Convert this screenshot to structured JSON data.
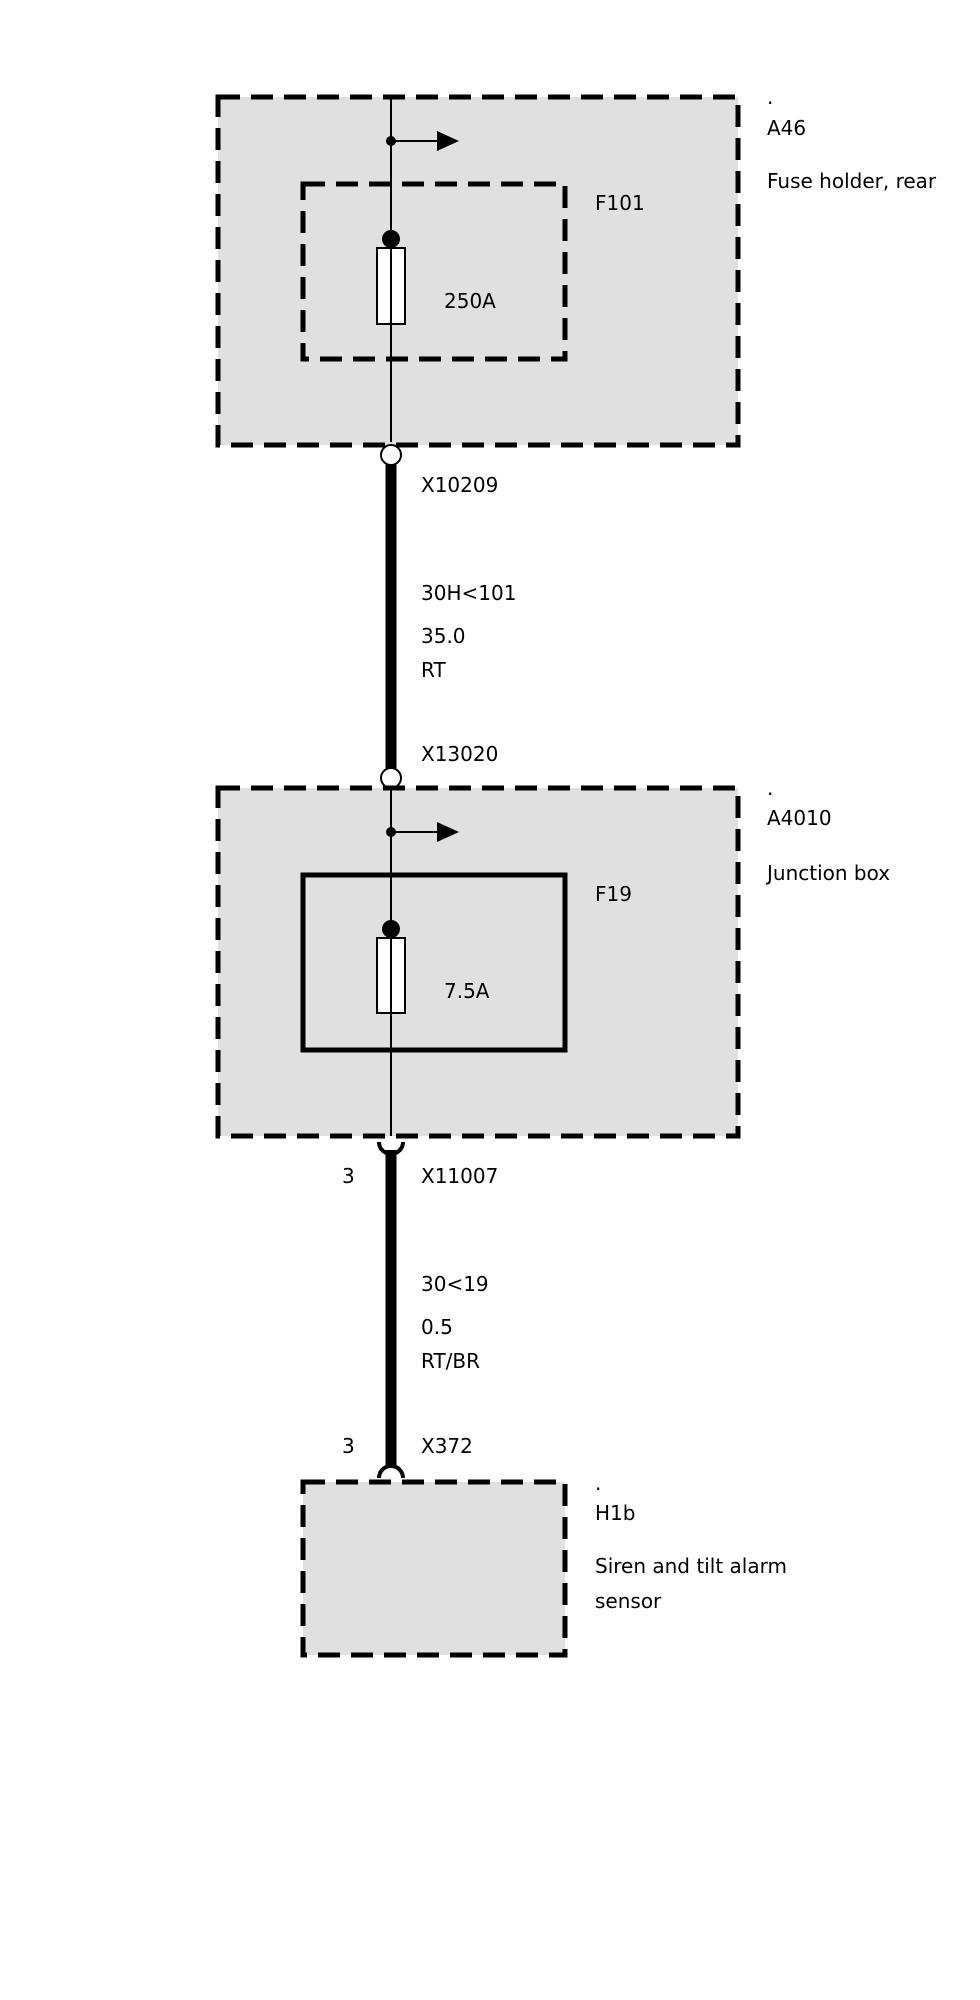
{
  "components": {
    "fuse_holder": {
      "dot": ".",
      "id": "A46",
      "name": "Fuse holder, rear",
      "fuse": {
        "id": "F101",
        "rating": "250A"
      }
    },
    "junction_box": {
      "dot": ".",
      "id": "A4010",
      "name": "Junction box",
      "fuse": {
        "id": "F19",
        "rating": "7.5A"
      }
    },
    "siren": {
      "dot": ".",
      "id": "H1b",
      "name_line1": "Siren and tilt alarm",
      "name_line2": "sensor"
    }
  },
  "connectors": {
    "c1": {
      "id": "X10209"
    },
    "c2": {
      "id": "X13020"
    },
    "c3": {
      "id": "X11007",
      "pin": "3"
    },
    "c4": {
      "id": "X372",
      "pin": "3"
    }
  },
  "wires": {
    "w1": {
      "circuit": "30H<101",
      "size": "35.0",
      "color": "RT"
    },
    "w2": {
      "circuit": "30<19",
      "size": "0.5",
      "color": "RT/BR"
    }
  }
}
